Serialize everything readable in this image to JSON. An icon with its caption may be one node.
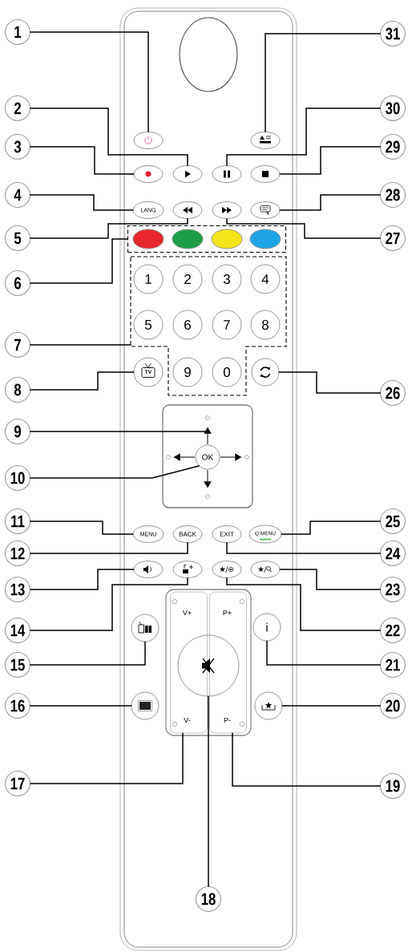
{
  "diagram": {
    "nodes": [
      {
        "text": [
          "1"
        ]
      },
      {
        "text": [
          "2"
        ]
      },
      {
        "text": [
          "3"
        ]
      },
      {
        "text": [
          "4"
        ]
      },
      {
        "text": [
          "5"
        ]
      },
      {
        "text": [
          "6"
        ]
      },
      {
        "text": [
          "7"
        ]
      },
      {
        "text": [
          "8"
        ]
      },
      {
        "text": [
          "9"
        ]
      },
      {
        "text": [
          "10"
        ]
      },
      {
        "text": [
          "11"
        ]
      },
      {
        "text": [
          "12"
        ]
      },
      {
        "text": [
          "13"
        ]
      },
      {
        "text": [
          "14"
        ]
      },
      {
        "text": [
          "15"
        ]
      },
      {
        "text": [
          "16"
        ]
      },
      {
        "text": [
          "17"
        ]
      },
      {
        "text": [
          "18"
        ]
      },
      {
        "text": [
          "19"
        ]
      },
      {
        "text": [
          "20"
        ]
      },
      {
        "text": [
          "21"
        ]
      },
      {
        "text": [
          "22"
        ]
      },
      {
        "text": [
          "23"
        ]
      },
      {
        "text": [
          "24"
        ]
      },
      {
        "text": [
          "25"
        ]
      },
      {
        "text": [
          "26"
        ]
      },
      {
        "text": [
          "27"
        ]
      },
      {
        "text": [
          "28"
        ]
      },
      {
        "text": [
          "29"
        ]
      },
      {
        "text": [
          "30"
        ]
      },
      {
        "text": [
          "31"
        ]
      },
      {
        "text": [],
        "shape": "ellipse"
      },
      {
        "text": [],
        "shape": "ellipse"
      },
      {
        "text": [],
        "shape": "ellipse"
      },
      {
        "text": [],
        "shape": "ellipse"
      },
      {
        "text": [],
        "shape": "ellipse"
      },
      {
        "text": [],
        "shape": "ellipse"
      },
      {
        "text": [
          "LANG"
        ]
      },
      {
        "text": [],
        "shape": "ellipse"
      },
      {
        "text": [],
        "shape": "ellipse"
      },
      {
        "text": [],
        "shape": "ellipse"
      },
      {
        "text": [],
        "shape": "box"
      },
      {
        "text": [],
        "shape": "ellipse",
        "in": 41
      },
      {
        "text": [],
        "shape": "ellipse",
        "in": 41
      },
      {
        "text": [],
        "shape": "ellipse",
        "in": 41
      },
      {
        "text": [],
        "shape": "ellipse",
        "in": 41
      },
      {
        "text": [],
        "shape": "box"
      },
      {
        "text": [
          "1"
        ],
        "in": 46
      },
      {
        "text": [
          "2"
        ],
        "in": 46
      },
      {
        "text": [
          "3"
        ],
        "in": 46
      },
      {
        "text": [
          "4"
        ],
        "in": 46
      },
      {
        "text": [
          "5"
        ],
        "in": 46
      },
      {
        "text": [
          "6"
        ],
        "in": 46
      },
      {
        "text": [
          "7"
        ],
        "in": 46
      },
      {
        "text": [
          "8"
        ],
        "in": 46
      },
      {
        "text": [
          "TV"
        ]
      },
      {
        "text": [
          "9"
        ],
        "in": 46
      },
      {
        "text": [
          "0"
        ],
        "in": 46
      },
      {
        "text": [],
        "shape": "circle"
      },
      {
        "text": [],
        "shape": "box"
      },
      {
        "text": [],
        "shape": "triangle",
        "in": 59
      },
      {
        "text": [],
        "shape": "triangle",
        "in": 59
      },
      {
        "text": [
          "OK"
        ],
        "in": 59
      },
      {
        "text": [],
        "shape": "triangle",
        "in": 59
      },
      {
        "text": [],
        "shape": "triangle",
        "in": 59
      },
      {
        "text": [
          "MENU"
        ]
      },
      {
        "text": [
          "BACK"
        ]
      },
      {
        "text": [
          "EXIT"
        ]
      },
      {
        "text": [
          "Q.MENU"
        ]
      },
      {
        "text": [],
        "shape": "ellipse"
      },
      {
        "text": [],
        "shape": "ellipse"
      },
      {
        "text": [],
        "shape": "ellipse"
      },
      {
        "text": [],
        "shape": "ellipse"
      },
      {
        "text": [],
        "shape": "circle"
      },
      {
        "text": [],
        "shape": "box"
      },
      {
        "text": [
          "V+",
          "V-"
        ],
        "in": 74
      },
      {
        "text": [
          "P+",
          "P-"
        ],
        "in": 74
      },
      {
        "text": [],
        "shape": "circle",
        "in": 74
      },
      {
        "text": [
          "i"
        ]
      },
      {
        "text": [],
        "shape": "circle"
      },
      {
        "text": [],
        "shape": "circle"
      }
    ],
    "edges": [
      {
        "from": 0,
        "to": 31,
        "arrow": "none"
      },
      {
        "from": 1,
        "to": 34,
        "arrow": "none"
      },
      {
        "from": 2,
        "to": 33,
        "arrow": "none"
      },
      {
        "from": 3,
        "to": 37,
        "arrow": "none"
      },
      {
        "from": 4,
        "to": 38,
        "arrow": "none"
      },
      {
        "from": 5,
        "to": 41,
        "arrow": "none"
      },
      {
        "from": 6,
        "to": 46,
        "arrow": "none"
      },
      {
        "from": 7,
        "to": 55,
        "arrow": "none"
      },
      {
        "from": 8,
        "to": 60,
        "arrow": "none"
      },
      {
        "from": 9,
        "to": 62,
        "arrow": "none"
      },
      {
        "from": 10,
        "to": 65,
        "arrow": "none"
      },
      {
        "from": 11,
        "to": 66,
        "arrow": "none"
      },
      {
        "from": 12,
        "to": 69,
        "arrow": "none"
      },
      {
        "from": 13,
        "to": 70,
        "arrow": "none"
      },
      {
        "from": 14,
        "to": 73,
        "arrow": "none"
      },
      {
        "from": 15,
        "to": 79,
        "arrow": "none"
      },
      {
        "from": 16,
        "to": 75,
        "arrow": "none"
      },
      {
        "from": 17,
        "to": 77,
        "arrow": "none"
      },
      {
        "from": 18,
        "to": 76,
        "arrow": "none"
      },
      {
        "from": 19,
        "to": 80,
        "arrow": "none"
      },
      {
        "from": 20,
        "to": 78,
        "arrow": "none"
      },
      {
        "from": 21,
        "to": 71,
        "arrow": "none"
      },
      {
        "from": 22,
        "to": 72,
        "arrow": "none"
      },
      {
        "from": 23,
        "to": 67,
        "arrow": "none"
      },
      {
        "from": 24,
        "to": 68,
        "arrow": "none"
      },
      {
        "from": 25,
        "to": 58,
        "arrow": "none"
      },
      {
        "from": 26,
        "to": 39,
        "arrow": "none"
      },
      {
        "from": 27,
        "to": 40,
        "arrow": "none"
      },
      {
        "from": 28,
        "to": 36,
        "arrow": "none"
      },
      {
        "from": 29,
        "to": 35,
        "arrow": "none"
      },
      {
        "from": 30,
        "to": 32,
        "arrow": "none"
      }
    ]
  }
}
